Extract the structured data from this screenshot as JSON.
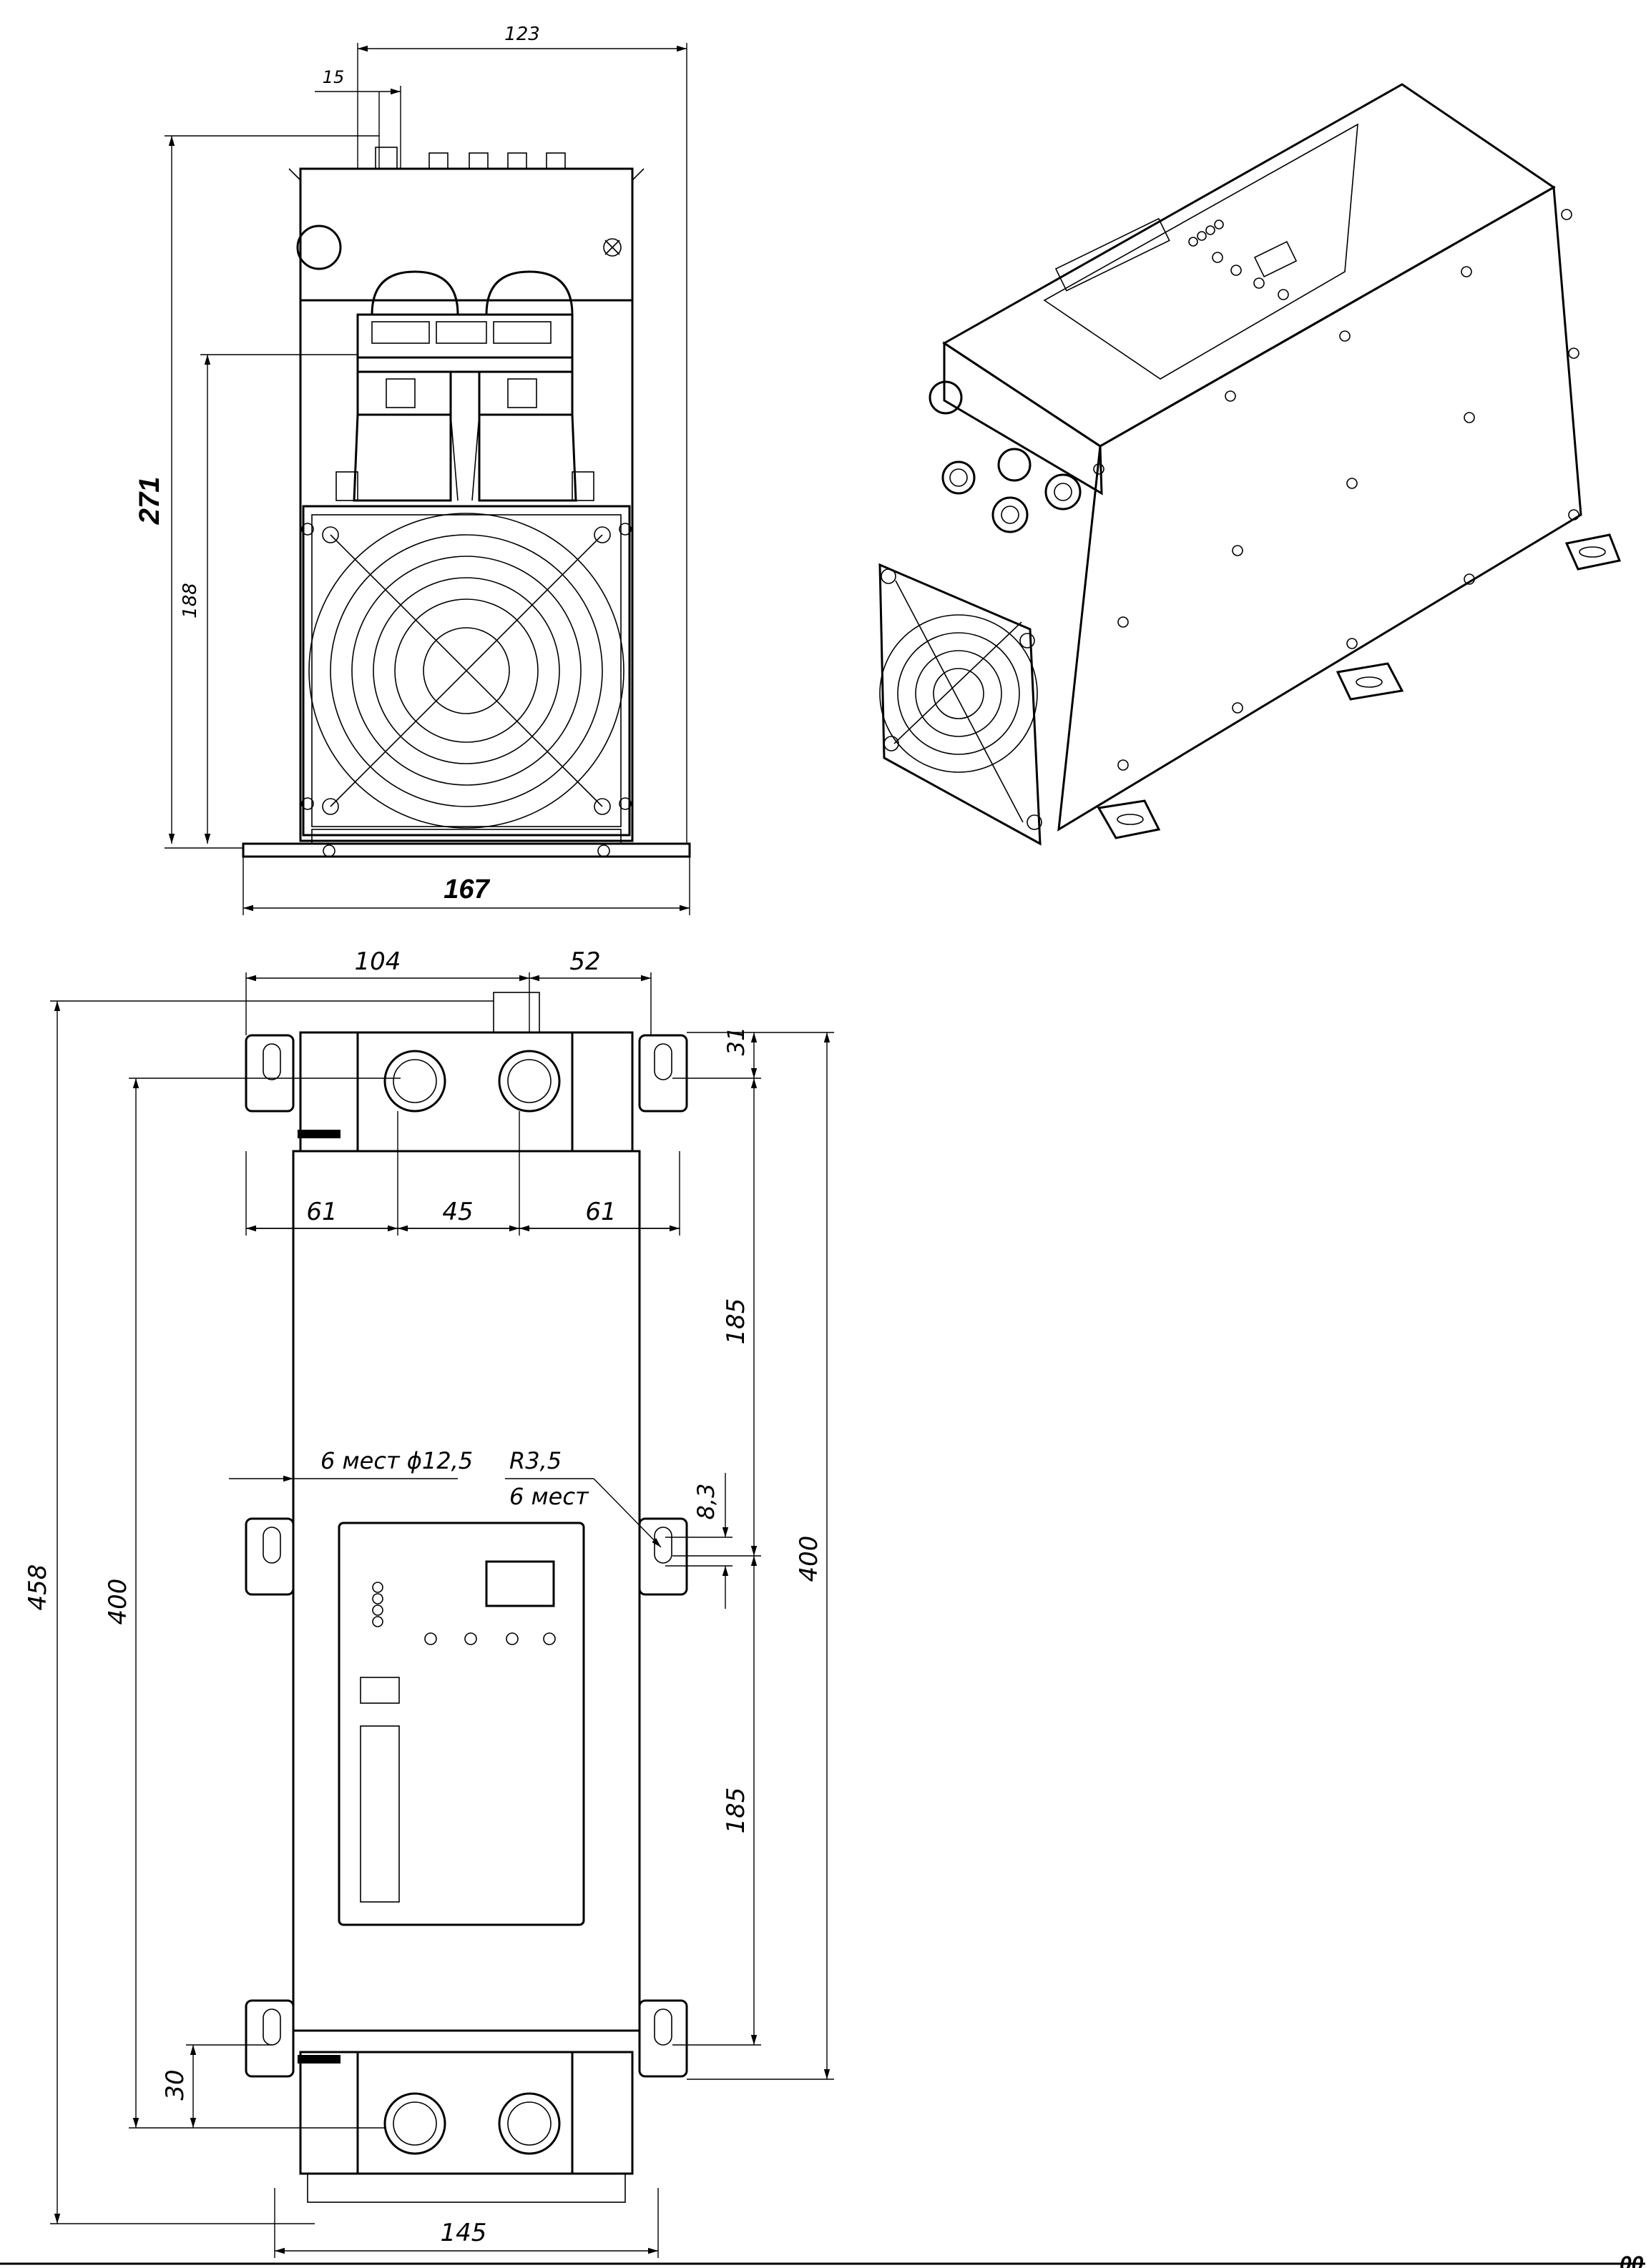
{
  "drawing": {
    "front_view": {
      "dim_total_height": "271",
      "dim_base_height": "188",
      "dim_width_top": "123",
      "dim_offset_top": "15",
      "dim_base_width": "167"
    },
    "top_view": {
      "dim_overall_length": "458",
      "dim_mount_length_left": "400",
      "dim_mount_length_right": "400",
      "dim_spacing_upper": "185",
      "dim_spacing_lower": "185",
      "dim_top_offset": "31",
      "dim_bottom_offset": "30",
      "dim_slot_height": "8,3",
      "dim_terminal_span": "104",
      "dim_terminal_right": "52",
      "dim_terminal_left_gap": "61",
      "dim_terminal_pitch": "45",
      "dim_terminal_right_gap": "61",
      "dim_base_width": "145",
      "note_holes": "6 мест ϕ12,5",
      "note_radius": "R3,5",
      "note_radius_count": "6 мест"
    },
    "corner_mark": "00"
  }
}
